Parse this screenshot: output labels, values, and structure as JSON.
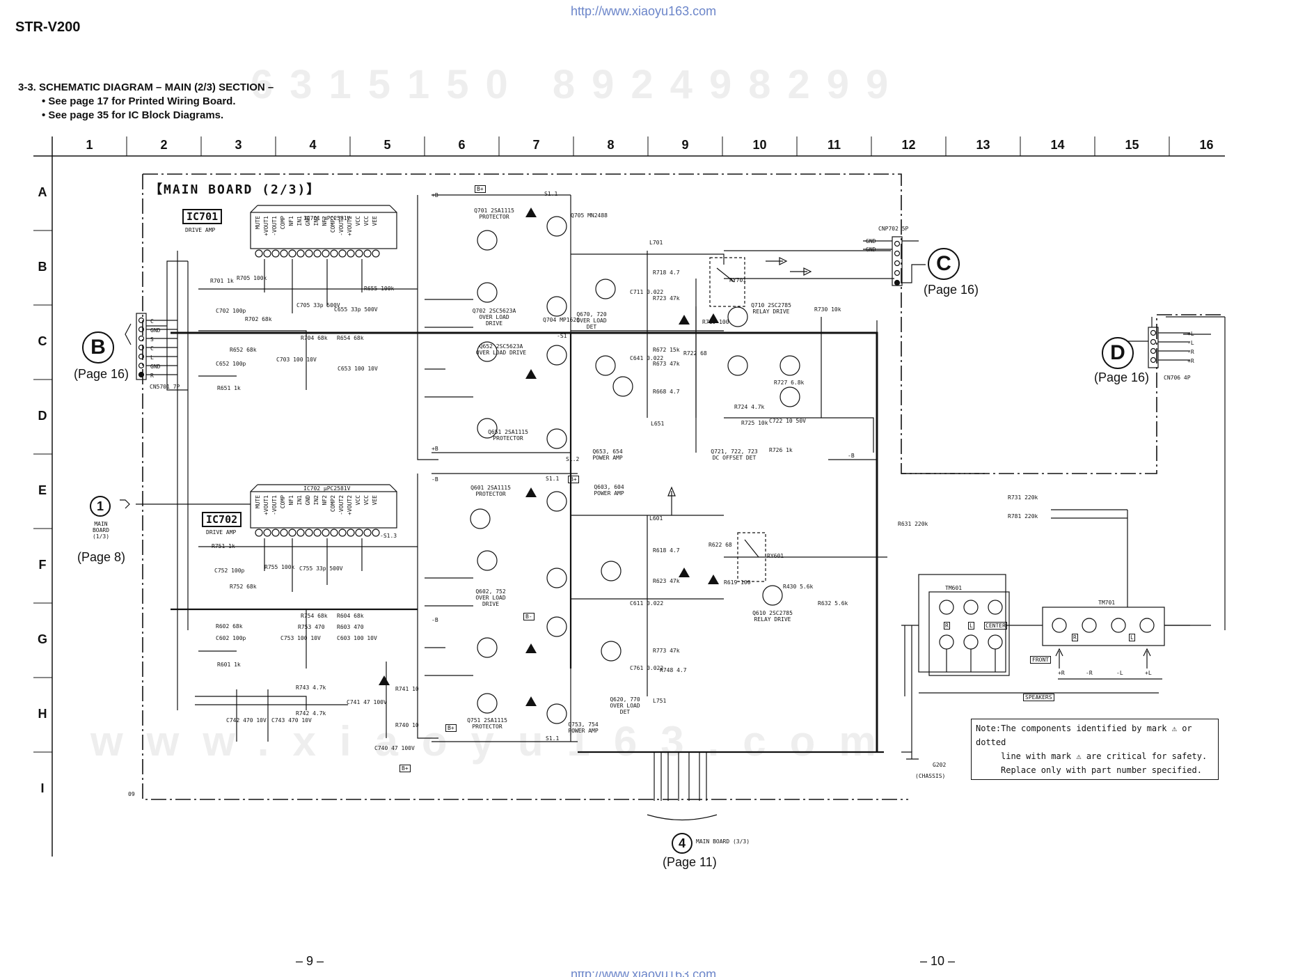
{
  "header": {
    "url_top": "http://www.xiaoyu163.com",
    "model": "STR-V200",
    "section_title": "3-3. SCHEMATIC DIAGRAM – MAIN (2/3) SECTION –",
    "notes": [
      "•  See page 17 for Printed Wiring Board.",
      "• See page 35 for IC Block Diagrams."
    ]
  },
  "grid": {
    "columns": [
      "1",
      "2",
      "3",
      "4",
      "5",
      "6",
      "7",
      "8",
      "9",
      "10",
      "11",
      "12",
      "13",
      "14",
      "15",
      "16"
    ],
    "rows": [
      "A",
      "B",
      "C",
      "D",
      "E",
      "F",
      "G",
      "H",
      "I"
    ]
  },
  "board": {
    "title": "【MAIN BOARD (2/3)】",
    "ic701": {
      "ref": "IC701",
      "label": "DRIVE AMP",
      "part": "IC701 μPC2581V"
    },
    "ic702": {
      "ref": "IC702",
      "label": "DRIVE AMP",
      "part": "IC702 μPC2581V"
    },
    "ic_pins": [
      "MUTE",
      "+VOUT1",
      "-VOUT1",
      "COMP",
      "NF1",
      "IN1",
      "GND",
      "IN2",
      "NF2",
      "COMP2",
      "-VOUT2",
      "+VOUT2",
      "VCC",
      "VCC",
      "VEE"
    ]
  },
  "connectors": {
    "B": {
      "letter": "B",
      "page": "(Page 16)",
      "part": "CN5701 7P",
      "pins": [
        "C",
        "GND",
        "S",
        "C",
        "L",
        "GND",
        "R"
      ]
    },
    "C": {
      "letter": "C",
      "page": "(Page 16)",
      "part": "CNP702 5P",
      "pins": [
        "GND",
        "GND"
      ]
    },
    "D": {
      "letter": "D",
      "page": "(Page 16)",
      "part": "CN706 4P",
      "pins": [
        "+L",
        "-L",
        "-R",
        "+R"
      ]
    },
    "one": {
      "num": "1",
      "page": "(Page 8)",
      "label": "MAIN BOARD (1/3)"
    },
    "four": {
      "num": "4",
      "page": "(Page 11)",
      "label": "MAIN BOARD (3/3)"
    }
  },
  "components": [
    {
      "ref": "Q701 2SA1115",
      "label": "PROTECTOR"
    },
    {
      "ref": "Q702 2SC5623A",
      "label": "OVER LOAD DRIVE"
    },
    {
      "ref": "Q705 MN2488",
      "label": ""
    },
    {
      "ref": "Q704 MP1620",
      "label": ""
    },
    {
      "ref": "Q670, 720",
      "label": "OVER LOAD DET"
    },
    {
      "ref": "Q652 2SC5623A",
      "label": "OVER LOAD DRIVE"
    },
    {
      "ref": "Q651 2SA1115",
      "label": "PROTECTOR"
    },
    {
      "ref": "Q653, 654",
      "label": "POWER AMP"
    },
    {
      "ref": "Q710 2SC2785",
      "label": "RELAY DRIVE"
    },
    {
      "ref": "Q721, 722, 723",
      "label": "DC OFFSET DET"
    },
    {
      "ref": "Q601 2SA1115",
      "label": "PROTECTOR"
    },
    {
      "ref": "Q603, 604",
      "label": "POWER AMP"
    },
    {
      "ref": "Q602, 752",
      "label": "OVER LOAD DRIVE"
    },
    {
      "ref": "Q610 2SC2785",
      "label": "RELAY DRIVE"
    },
    {
      "ref": "Q620, 770",
      "label": "OVER LOAD DET"
    },
    {
      "ref": "Q751 2SA1115",
      "label": "PROTECTOR"
    },
    {
      "ref": "Q753, 754",
      "label": "POWER AMP"
    },
    {
      "ref": "RY701",
      "label": ""
    },
    {
      "ref": "RY601",
      "label": ""
    }
  ],
  "values": [
    "R701 1k",
    "R705 100k",
    "C702 100p",
    "R702 68k",
    "C705 33p 500V",
    "C703 100 10V",
    "R704 68k",
    "R654 68k",
    "C653 100 10V",
    "R652 68k",
    "C652 100p",
    "R651 1k",
    "R655 100k",
    "C655 33p 500V",
    "R751 1k",
    "C752 100p",
    "R752 68k",
    "R755 100k",
    "C755 33p 500V",
    "R754 68k",
    "R753 470",
    "C753 100 10V",
    "R604 68k",
    "R603 470",
    "C603 100 10V",
    "R602 68k",
    "C602 100p",
    "R601 1k",
    "R743 4.7k",
    "R742 4.7k",
    "C742 470 10V",
    "C743 470 10V",
    "C741 47 100V",
    "C740 47 100V",
    "R741 10",
    "R740 10",
    "L701",
    "L651",
    "L601",
    "L751",
    "R718 4.7",
    "R723 47k",
    "R672 15k",
    "R673 47k",
    "R668 4.7",
    "R722 68",
    "R719 100",
    "R730 10k",
    "R725 10k",
    "R724 4.7k",
    "C722 10 50V",
    "R726 1k",
    "R727 6.8k",
    "R631 220k",
    "R731 220k",
    "R781 220k",
    "R632 5.6k",
    "R430 5.6k",
    "R622 68",
    "R619 100",
    "R618 4.7",
    "R623 47k",
    "R773 47k",
    "R748 4.7",
    "C761 0.022",
    "C711 0.022",
    "C641 0.022",
    "C611 0.022"
  ],
  "terminals": {
    "tm601": {
      "ref": "TM601",
      "labels": [
        "R",
        "L",
        "CENTER"
      ]
    },
    "tm701": {
      "ref": "TM701",
      "labels": [
        "R",
        "L"
      ]
    },
    "front": "FRONT",
    "speakers": "SPEAKERS",
    "polarity": [
      "+R",
      "-R",
      "-L",
      "+L"
    ],
    "g202": "G202",
    "chassis": "(CHASSIS)"
  },
  "rails": [
    "+B",
    "-B",
    "B+",
    "B-",
    "S1.1",
    "-S1",
    "S1.2",
    "-S1.3"
  ],
  "note": {
    "line1": "Note:The components identified by mark ⚠ or dotted",
    "line2": "line with mark ⚠ are critical for safety.",
    "line3": "Replace only with part number specified."
  },
  "footer": {
    "page_left": "– 9 –",
    "page_right": "– 10 –",
    "url_bottom": "http://www.xiaoyu163.com",
    "watermark_bottom": "www.xiaoyu163.com",
    "watermark_top": "6315150 892498299"
  },
  "board_marker": "09"
}
